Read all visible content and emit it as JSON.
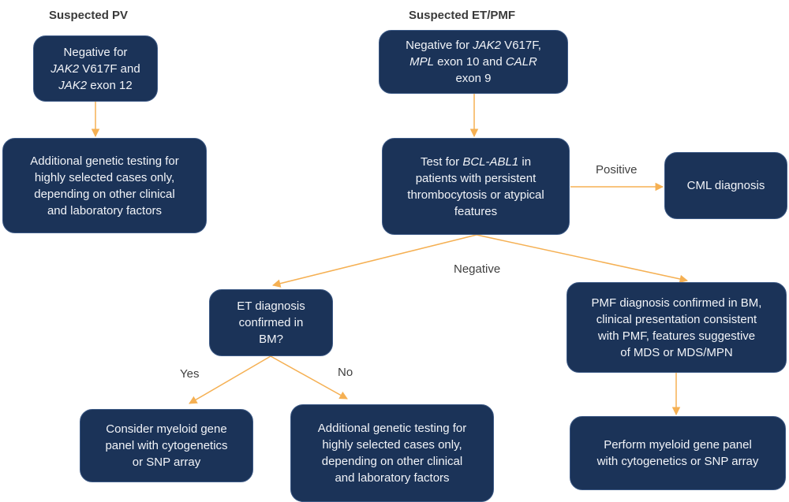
{
  "colors": {
    "node_fill": "#1b3358",
    "node_border": "#3d5a86",
    "node_text": "#f2f4f8",
    "arrow": "#f5b053",
    "label_text": "#404040"
  },
  "headings": {
    "pv": "Suspected PV",
    "et_pmf": "Suspected ET/PMF"
  },
  "nodes": {
    "pv_negative": {
      "lines": [
        [
          {
            "t": "Negative for"
          }
        ],
        [
          {
            "t": "JAK2",
            "i": true
          },
          {
            "t": " V617F and"
          }
        ],
        [
          {
            "t": "JAK2",
            "i": true
          },
          {
            "t": " exon 12"
          }
        ]
      ]
    },
    "pv_additional": {
      "lines": [
        [
          {
            "t": "Additional genetic testing for"
          }
        ],
        [
          {
            "t": "highly selected cases only,"
          }
        ],
        [
          {
            "t": "depending on other clinical"
          }
        ],
        [
          {
            "t": "and laboratory factors"
          }
        ]
      ]
    },
    "et_negative": {
      "lines": [
        [
          {
            "t": "Negative for "
          },
          {
            "t": "JAK2",
            "i": true
          },
          {
            "t": " V617F,"
          }
        ],
        [
          {
            "t": "MPL",
            "i": true
          },
          {
            "t": " exon 10 and "
          },
          {
            "t": "CALR",
            "i": true
          }
        ],
        [
          {
            "t": "exon 9"
          }
        ]
      ]
    },
    "bcr_test": {
      "lines": [
        [
          {
            "t": "Test for "
          },
          {
            "t": "BCL-ABL1",
            "i": true
          },
          {
            "t": " in"
          }
        ],
        [
          {
            "t": "patients with persistent"
          }
        ],
        [
          {
            "t": "thrombocytosis or atypical"
          }
        ],
        [
          {
            "t": "features"
          }
        ]
      ]
    },
    "cml": {
      "lines": [
        [
          {
            "t": "CML diagnosis"
          }
        ]
      ]
    },
    "et_dx": {
      "lines": [
        [
          {
            "t": "ET diagnosis"
          }
        ],
        [
          {
            "t": "confirmed in"
          }
        ],
        [
          {
            "t": "BM?"
          }
        ]
      ]
    },
    "pmf_dx": {
      "lines": [
        [
          {
            "t": "PMF diagnosis confirmed in BM,"
          }
        ],
        [
          {
            "t": "clinical presentation consistent"
          }
        ],
        [
          {
            "t": "with PMF, features suggestive"
          }
        ],
        [
          {
            "t": "of MDS or MDS/MPN"
          }
        ]
      ]
    },
    "consider_panel": {
      "lines": [
        [
          {
            "t": "Consider myeloid gene"
          }
        ],
        [
          {
            "t": "panel with cytogenetics"
          }
        ],
        [
          {
            "t": "or SNP array"
          }
        ]
      ]
    },
    "et_additional": {
      "lines": [
        [
          {
            "t": "Additional genetic testing for"
          }
        ],
        [
          {
            "t": "highly selected cases only,"
          }
        ],
        [
          {
            "t": "depending on other clinical"
          }
        ],
        [
          {
            "t": "and laboratory factors"
          }
        ]
      ]
    },
    "perform_panel": {
      "lines": [
        [
          {
            "t": "Perform myeloid gene panel"
          }
        ],
        [
          {
            "t": "with cytogenetics or SNP array"
          }
        ]
      ]
    }
  },
  "edge_labels": {
    "positive": "Positive",
    "negative": "Negative",
    "yes": "Yes",
    "no": "No"
  },
  "edges": [
    {
      "from": "pv_negative",
      "to": "pv_additional"
    },
    {
      "from": "et_negative",
      "to": "bcr_test"
    },
    {
      "from": "bcr_test",
      "to": "cml",
      "label": "Positive"
    },
    {
      "from": "bcr_test",
      "to": "et_dx",
      "label": "Negative"
    },
    {
      "from": "bcr_test",
      "to": "pmf_dx",
      "label": "Negative"
    },
    {
      "from": "et_dx",
      "to": "consider_panel",
      "label": "Yes"
    },
    {
      "from": "et_dx",
      "to": "et_additional",
      "label": "No"
    },
    {
      "from": "pmf_dx",
      "to": "perform_panel"
    }
  ]
}
